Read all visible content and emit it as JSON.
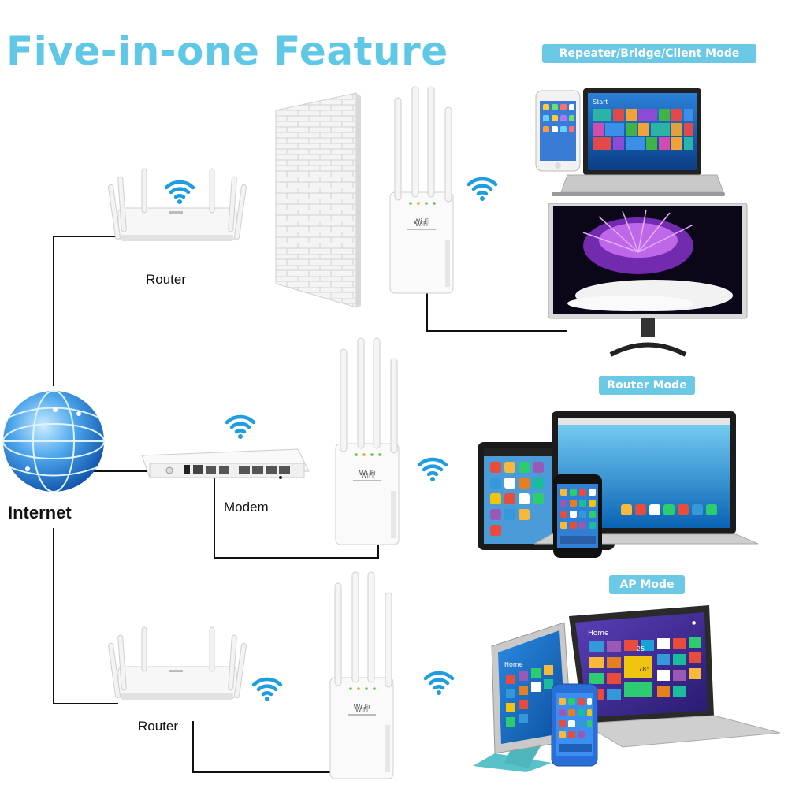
{
  "title": "Five-in-one Feature",
  "modes": {
    "repeater": "Repeater/Bridge/Client Mode",
    "router": "Router Mode",
    "ap": "AP Mode"
  },
  "labels": {
    "internet": "Internet",
    "router_top": "Router",
    "modem": "Modem",
    "router_bottom": "Router"
  },
  "device_texts": {
    "wifi_logo": "WiFi",
    "tablet_home": "Home",
    "laptop_home": "Home",
    "laptop_start": "Start",
    "laptop_temp": "25",
    "laptop_temp2": "78°"
  },
  "colors": {
    "accent": "#5ec8e6",
    "pill": "#6cc9e6",
    "wifi_icon": "#1e9de0",
    "globe": "#2f7fd6"
  },
  "icons": [
    "wifi-icon",
    "globe-icon",
    "router-icon",
    "extender-icon",
    "modem-icon",
    "laptop-icon",
    "phone-icon",
    "tablet-icon",
    "monitor-icon",
    "brick-wall-icon"
  ]
}
